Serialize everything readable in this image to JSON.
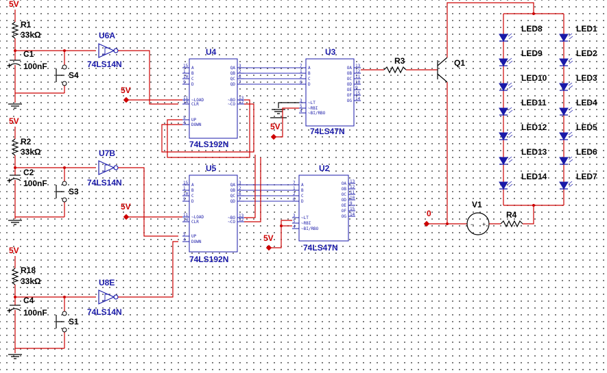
{
  "power_labels": {
    "r1_supply": "5V",
    "r2_supply": "5V",
    "r18_supply": "5V",
    "u4_supply": "5V",
    "u5_supply": "5V",
    "u3_supply": "5V",
    "u2_supply": "5V",
    "ground_ref": "0"
  },
  "resistors": {
    "r1": "R1",
    "r2": "R2",
    "r18": "R18",
    "r3": "R3",
    "r4": "R4"
  },
  "resistor_values": {
    "r1": "33kΩ",
    "r2": "33kΩ",
    "r18": "33kΩ"
  },
  "capacitors": {
    "c1": "C1",
    "c2": "C2",
    "c4": "C4"
  },
  "capacitor_values": {
    "c1": "100nF",
    "c2": "100nF",
    "c4": "100nF"
  },
  "switches": {
    "s4": "S4",
    "s3": "S3",
    "s1": "S1"
  },
  "inverters": {
    "u6a": {
      "ref": "U6A",
      "part": "74LS14N"
    },
    "u7b": {
      "ref": "U7B",
      "part": "74LS14N"
    },
    "u8e": {
      "ref": "U8E",
      "part": "74LS14N"
    }
  },
  "counters": {
    "u4": {
      "ref": "U4",
      "part": "74LS192N"
    },
    "u5": {
      "ref": "U5",
      "part": "74LS192N"
    }
  },
  "decoders": {
    "u3": {
      "ref": "U3",
      "part": "74LS47N"
    },
    "u2": {
      "ref": "U2",
      "part": "74LS47N"
    }
  },
  "pins_192": {
    "left": [
      "A",
      "B",
      "C",
      "D",
      "~LOAD",
      "CLR",
      "UP",
      "DOWN"
    ],
    "left_num": [
      "15",
      "1",
      "10",
      "9",
      "11",
      "14",
      "5",
      "4"
    ],
    "right": [
      "QA",
      "QB",
      "QC",
      "QD",
      "~BO",
      "~CO"
    ],
    "right_num": [
      "3",
      "2",
      "6",
      "7",
      "13",
      "12"
    ]
  },
  "pins_47": {
    "left": [
      "A",
      "B",
      "C",
      "D",
      "~LT",
      "~RBI",
      "~BI/RBO"
    ],
    "left_num": [
      "7",
      "1",
      "2",
      "6",
      "3",
      "5",
      "4"
    ],
    "right": [
      "OA",
      "OB",
      "OC",
      "OD",
      "OE",
      "OF",
      "OG"
    ],
    "right_num": [
      "13",
      "12",
      "11",
      "10",
      "9",
      "15",
      "14"
    ]
  },
  "transistor": "Q1",
  "voltage_source": "V1",
  "leds_left": [
    "LED8",
    "LED9",
    "LED10",
    "LED11",
    "LED12",
    "LED13",
    "LED14"
  ],
  "leds_right": [
    "LED1",
    "LED2",
    "LED3",
    "LED4",
    "LED5",
    "LED6",
    "LED7"
  ]
}
